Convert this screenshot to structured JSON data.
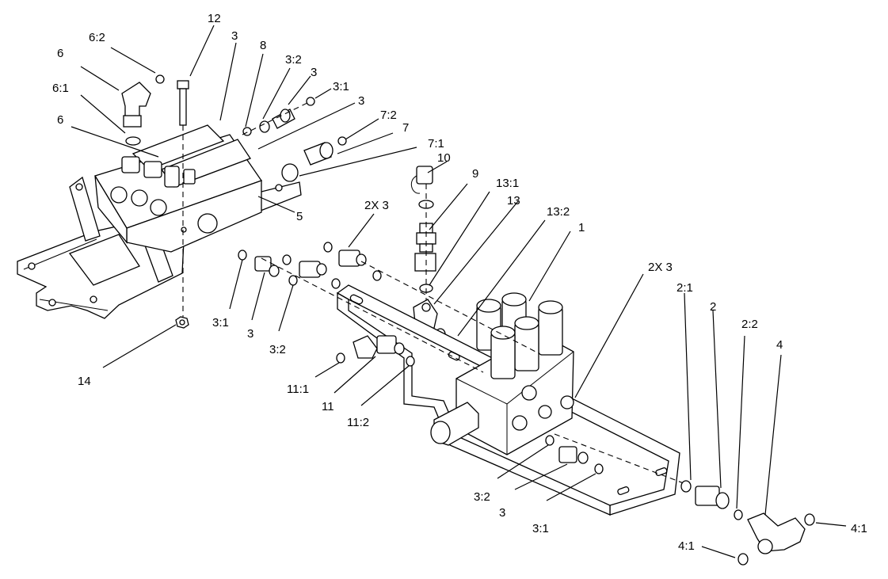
{
  "diagram": {
    "callouts": [
      {
        "id": "c-12",
        "text": "12"
      },
      {
        "id": "c-3a",
        "text": "3"
      },
      {
        "id": "c-6-2",
        "text": "6:2"
      },
      {
        "id": "c-8",
        "text": "8"
      },
      {
        "id": "c-3-2a",
        "text": "3:2"
      },
      {
        "id": "c-3b",
        "text": "3"
      },
      {
        "id": "c-6a",
        "text": "6"
      },
      {
        "id": "c-3-1a",
        "text": "3:1"
      },
      {
        "id": "c-6-1",
        "text": "6:1"
      },
      {
        "id": "c-3c",
        "text": "3"
      },
      {
        "id": "c-6b",
        "text": "6"
      },
      {
        "id": "c-7-2",
        "text": "7:2"
      },
      {
        "id": "c-7",
        "text": "7"
      },
      {
        "id": "c-7-1",
        "text": "7:1"
      },
      {
        "id": "c-10",
        "text": "10"
      },
      {
        "id": "c-9",
        "text": "9"
      },
      {
        "id": "c-13-1",
        "text": "13:1"
      },
      {
        "id": "c-13",
        "text": "13"
      },
      {
        "id": "c-13-2",
        "text": "13:2"
      },
      {
        "id": "c-5",
        "text": "5"
      },
      {
        "id": "c-2x3a",
        "text": "2X 3"
      },
      {
        "id": "c-1",
        "text": "1"
      },
      {
        "id": "c-2x3b",
        "text": "2X 3"
      },
      {
        "id": "c-2-1",
        "text": "2:1"
      },
      {
        "id": "c-2",
        "text": "2"
      },
      {
        "id": "c-2-2",
        "text": "2:2"
      },
      {
        "id": "c-4",
        "text": "4"
      },
      {
        "id": "c-3-1b",
        "text": "3:1"
      },
      {
        "id": "c-3d",
        "text": "3"
      },
      {
        "id": "c-3-2b",
        "text": "3:2"
      },
      {
        "id": "c-14",
        "text": "14"
      },
      {
        "id": "c-11-1",
        "text": "11:1"
      },
      {
        "id": "c-11",
        "text": "11"
      },
      {
        "id": "c-11-2",
        "text": "11:2"
      },
      {
        "id": "c-3-2c",
        "text": "3:2"
      },
      {
        "id": "c-3e",
        "text": "3"
      },
      {
        "id": "c-3-1c",
        "text": "3:1"
      },
      {
        "id": "c-4-1a",
        "text": "4:1"
      },
      {
        "id": "c-4-1b",
        "text": "4:1"
      }
    ]
  }
}
